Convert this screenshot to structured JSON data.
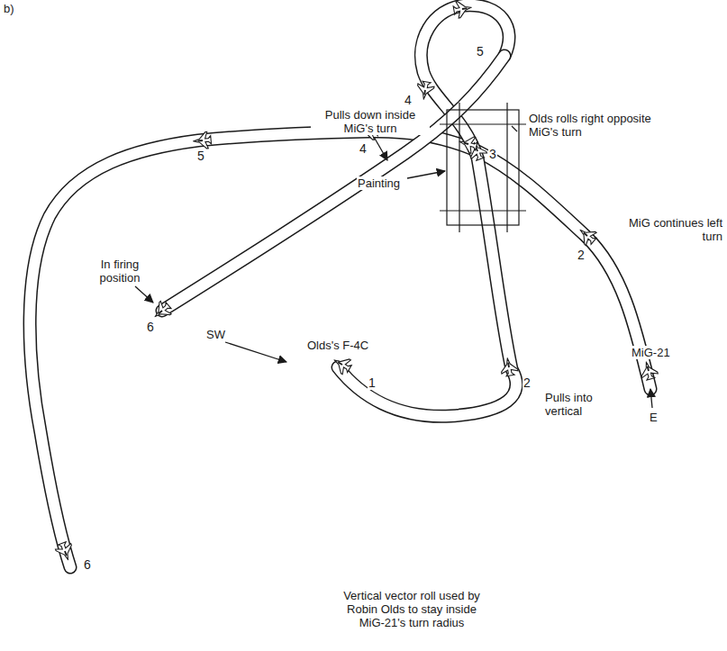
{
  "diagram": {
    "caption": "Vertical vector roll used by Robin Olds to stay inside MiG-21's turn radius",
    "labels": [
      "b)",
      "5",
      "Pulls down inside MiG's turn",
      "4",
      "Olds rolls right opposite MiG's turn",
      "3",
      "MiG continues left turn",
      "5",
      "4",
      "Painting",
      "2",
      "In firing position",
      "6",
      "SW",
      "Olds's F-4C",
      "1",
      "2",
      "Pulls into vertical",
      "MiG-21",
      "E",
      "6"
    ]
  }
}
